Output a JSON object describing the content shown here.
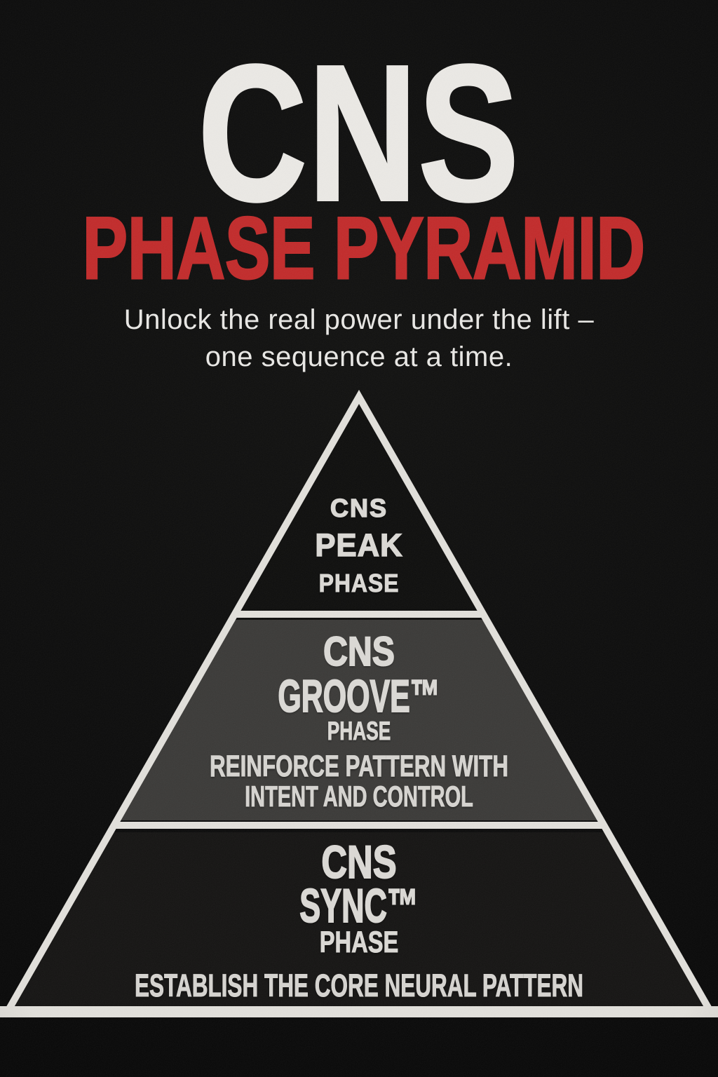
{
  "poster": {
    "header": {
      "brand": "CNS",
      "title": "PHASE PYRAMID",
      "tagline": [
        "Unlock the real power under the lift –",
        "one sequence at a time."
      ]
    },
    "pyramid": {
      "tiers": [
        {
          "id": "peak",
          "brand": "CNS",
          "name": "PEAK",
          "level": "PHASE",
          "desc": []
        },
        {
          "id": "groove",
          "brand": "CNS",
          "name": "GROOVE™",
          "level": "PHASE",
          "desc": [
            "REINFORCE PATTERN WITH",
            "INTENT AND CONTROL"
          ]
        },
        {
          "id": "sync",
          "brand": "CNS",
          "name": "SYNC™",
          "level": "PHASE",
          "desc": [
            "ESTABLISH THE CORE NEURAL PATTERN"
          ]
        }
      ]
    },
    "colors": {
      "background": "#0b0b0b",
      "headline_white": "#ebe9e5",
      "accent_red": "#c22b2b",
      "outline_white": "#e2e0db",
      "tier_peak_fill": "#0e0e0d",
      "tier_groove_fill": "#3b3a38",
      "tier_sync_fill": "#151413",
      "tier_text": "#dbd9d5"
    }
  }
}
